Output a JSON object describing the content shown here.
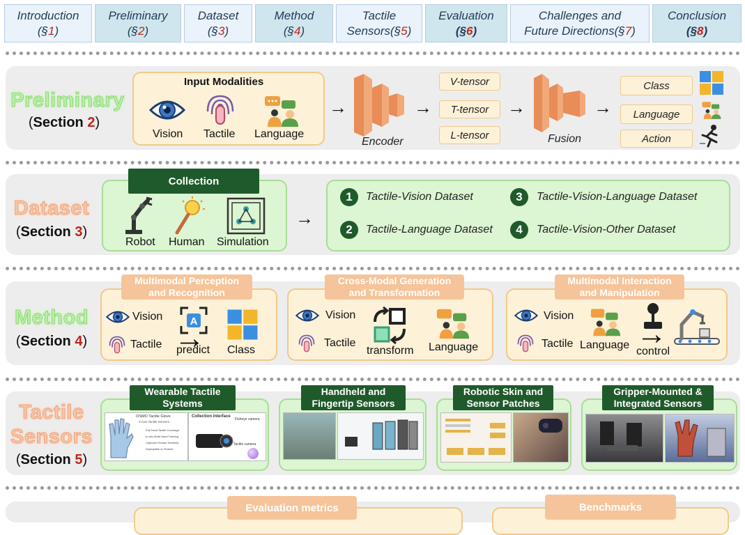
{
  "nav": [
    {
      "label": "Introduction",
      "num": "1"
    },
    {
      "label": "Preliminary",
      "num": "2"
    },
    {
      "label": "Dataset",
      "num": "3"
    },
    {
      "label": "Method",
      "num": "4"
    },
    {
      "label": "Tactile Sensors",
      "label_a": "Tactile",
      "label_b": "Sensors",
      "num": "5"
    },
    {
      "label": "Evaluation",
      "num": "6"
    },
    {
      "label": "Challenges and Future Directions",
      "label_a": "Challenges and",
      "label_b": "Future Directions",
      "num": "7"
    },
    {
      "label": "Conclusion",
      "num": "8"
    }
  ],
  "section_word": "Section",
  "preliminary": {
    "title": "Preliminary",
    "num": "2",
    "input_title": "Input Modalities",
    "inputs": [
      "Vision",
      "Tactile",
      "Language"
    ],
    "tensors": [
      "V-tensor",
      "T-tensor",
      "L-tensor"
    ],
    "encoder": "Encoder",
    "fusion": "Fusion",
    "outputs": [
      "Class",
      "Language",
      "Action"
    ]
  },
  "dataset": {
    "title": "Dataset",
    "num": "3",
    "collection": "Collection",
    "sources": [
      "Robot",
      "Human",
      "Simulation"
    ],
    "items": [
      {
        "n": "1",
        "label": "Tactile-Vision Dataset"
      },
      {
        "n": "2",
        "label": "Tactile-Language Dataset"
      },
      {
        "n": "3",
        "label": "Tactile-Vision-Language Dataset"
      },
      {
        "n": "4",
        "label": "Tactile-Vision-Other Dataset"
      }
    ]
  },
  "method": {
    "title": "Method",
    "num": "4",
    "blocks": [
      {
        "h1": "Multimodal Perception",
        "h2": "and Recognition",
        "vision": "Vision",
        "tactile": "Tactile",
        "op": "predict",
        "out": "Class"
      },
      {
        "h1": "Cross-Modal Generation",
        "h2": "and Transformation",
        "vision": "Vision",
        "tactile": "Tactile",
        "op": "transform",
        "out": "Language"
      },
      {
        "h1": "Multimodal Interaction",
        "h2": "and Manipulation",
        "vision": "Vision",
        "tactile": "Tactile",
        "mid": "Language",
        "op": "control"
      }
    ]
  },
  "sensors": {
    "title_a": "Tactile",
    "title_b": "Sensors",
    "num": "5",
    "cards": [
      {
        "h1": "Wearable Tactile",
        "h2": "Systems"
      },
      {
        "h1": "Handheld and",
        "h2": "Fingertip Sensors"
      },
      {
        "h1": "Robotic Skin and",
        "h2": "Sensor Patches"
      },
      {
        "h1": "Gripper-Mounted &",
        "h2": "Integrated Sensors"
      }
    ],
    "photo_text": {
      "glove": "OSMO Tactile Glove",
      "axis": "3-Axis Tactile Sensors",
      "bullets": [
        "Full Hand Tactile Coverage",
        "In-situ Airfal Hand Training",
        "Captured Human Dexterity",
        "Deployable on Robots"
      ],
      "interface": "Collection interface",
      "fisheye": "Fisheye camera",
      "tcam": "Tactile camera"
    }
  },
  "evaluation": {
    "metrics": "Evaluation metrics",
    "benchmarks": "Benchmarks"
  },
  "colors": {
    "accent_red": "#c0241c",
    "dark_green": "#1f5a2b",
    "light_green": "#dcf5d2",
    "peach": "#fdf1d8"
  }
}
